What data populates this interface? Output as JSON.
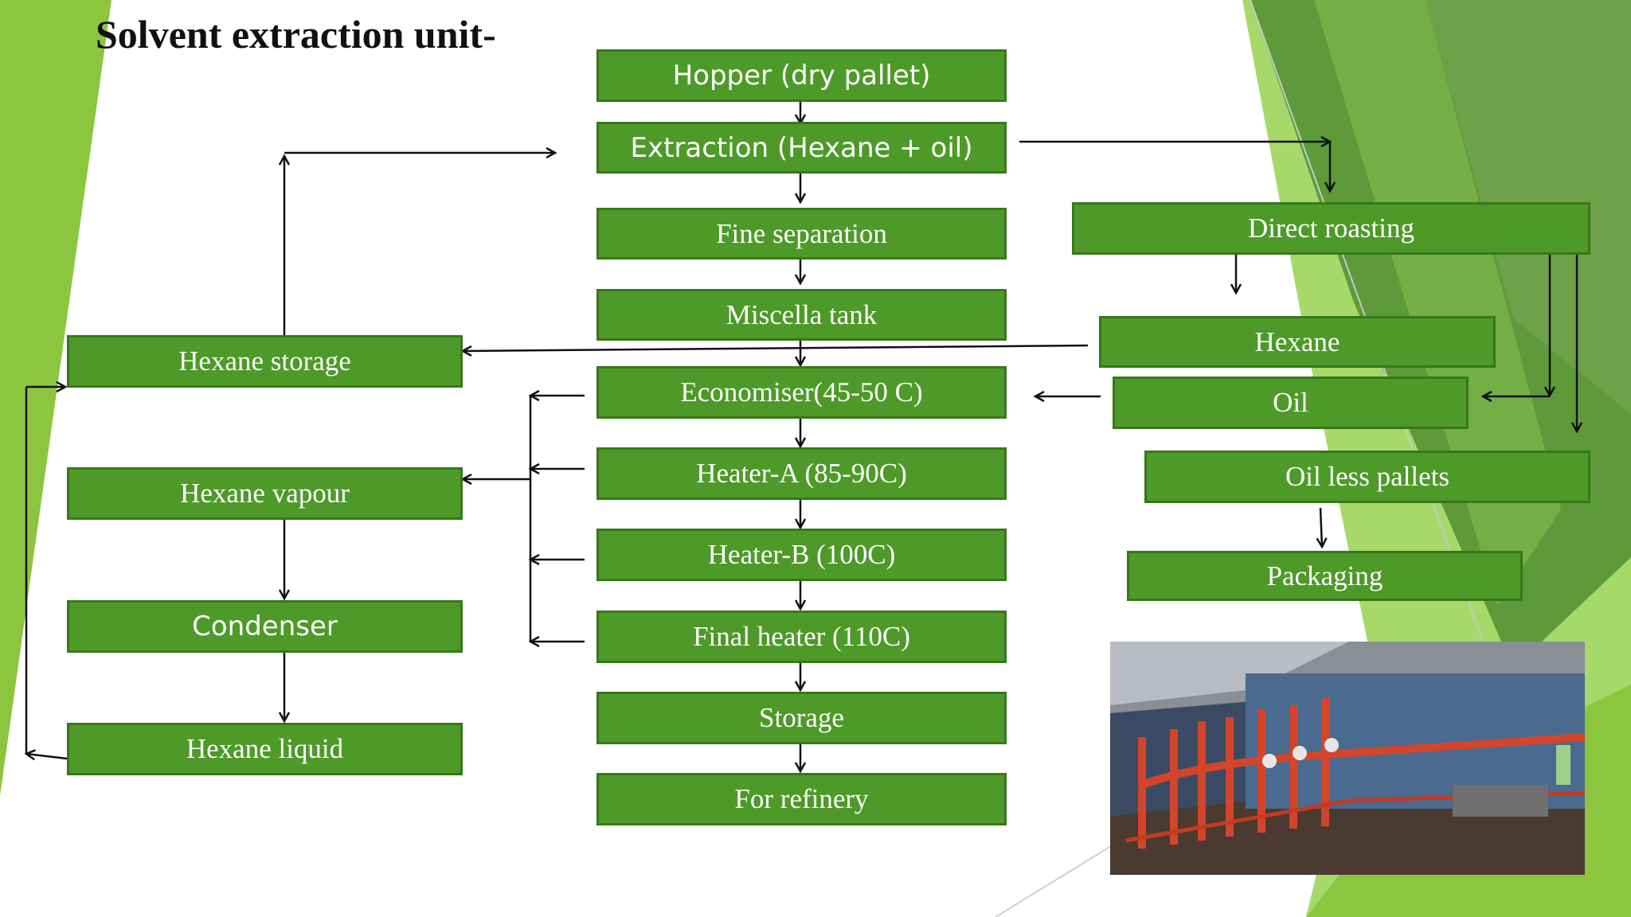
{
  "slide": {
    "title": "Solvent extraction unit-",
    "colors": {
      "box_fill": "#4e9a29",
      "box_border": "#37781a",
      "box_text": "#ffffff",
      "accent_green": "#8cc63f",
      "dark_green": "#3d7a1f",
      "arrow": "#111111"
    }
  },
  "center_column": {
    "hopper": "Hopper (dry pallet)",
    "extraction": "Extraction (Hexane + oil)",
    "fine_separation": "Fine separation",
    "miscella_tank": "Miscella tank",
    "economiser": "Economiser(45-50 C)",
    "heater_a": "Heater-A  (85-90C)",
    "heater_b": "Heater-B (100C)",
    "final_heater": "Final heater (110C)",
    "storage": "Storage",
    "for_refinery": "For refinery"
  },
  "left_column": {
    "hexane_storage": "Hexane storage",
    "hexane_vapour": "Hexane vapour",
    "condenser": "Condenser",
    "hexane_liquid": "Hexane liquid"
  },
  "right_column": {
    "direct_roasting": "Direct roasting",
    "hexane": "Hexane",
    "oil": "Oil",
    "oil_less_pallets": "Oil less pallets",
    "packaging": "Packaging"
  },
  "photo": {
    "subject": "extraction plant interior with red pipes",
    "icon": "plant-photo"
  }
}
